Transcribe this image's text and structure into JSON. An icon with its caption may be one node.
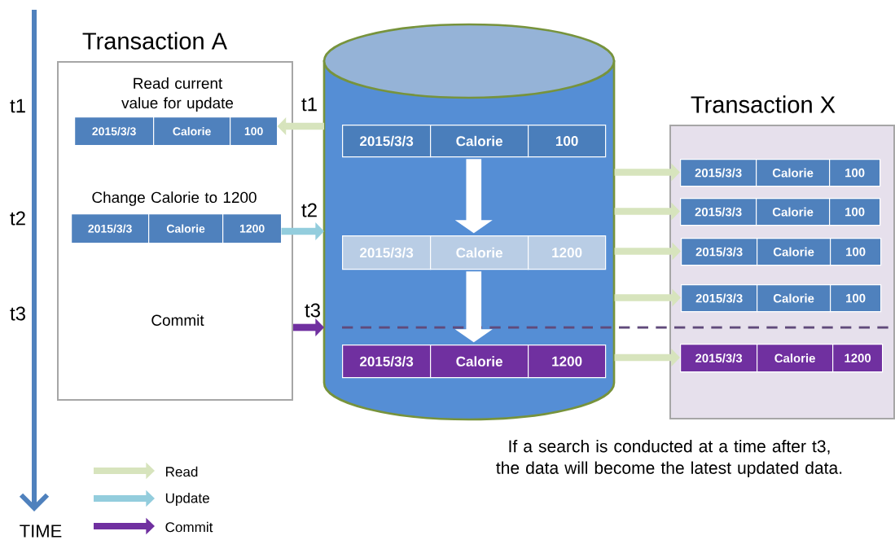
{
  "diagram": {
    "nodes": [
      {
        "text": [
          "Transaction A",
          "Read current value for update",
          "Change Calorie to 1200",
          "Commit"
        ]
      },
      {
        "text": [
          "2015/3/3",
          "Calorie",
          "100"
        ],
        "in": 0
      },
      {
        "text": [
          "2015/3/3",
          "Calorie",
          "1200"
        ],
        "in": 0
      },
      {
        "text": [],
        "shape": "cylinder"
      },
      {
        "text": [
          "2015/3/3",
          "Calorie",
          "100"
        ],
        "in": 3
      },
      {
        "text": [
          "2015/3/3",
          "Calorie",
          "1200"
        ],
        "in": 3
      },
      {
        "text": [
          "2015/3/3",
          "Calorie",
          "1200"
        ],
        "in": 3
      },
      {
        "text": [
          "Transaction X"
        ]
      },
      {
        "text": [
          "2015/3/3",
          "Calorie",
          "100"
        ],
        "in": 7
      },
      {
        "text": [
          "2015/3/3",
          "Calorie",
          "100"
        ],
        "in": 7
      },
      {
        "text": [
          "2015/3/3",
          "Calorie",
          "100"
        ],
        "in": 7
      },
      {
        "text": [
          "2015/3/3",
          "Calorie",
          "100"
        ],
        "in": 7
      },
      {
        "text": [
          "2015/3/3",
          "Calorie",
          "1200"
        ],
        "in": 7
      }
    ],
    "edges": [
      {
        "from": 3,
        "to": 1,
        "arrow": "to",
        "label": "t1"
      },
      {
        "from": 2,
        "to": 3,
        "arrow": "to",
        "label": "t2",
        "color": "#93cddd"
      },
      {
        "from": 0,
        "to": 3,
        "arrow": "to",
        "label": "t3",
        "color": "#7030a0"
      },
      {
        "from": 4,
        "to": 5,
        "arrow": "to",
        "style": "thick",
        "color": "#ffffff"
      },
      {
        "from": 5,
        "to": 6,
        "arrow": "to",
        "style": "thick",
        "color": "#ffffff"
      },
      {
        "from": 3,
        "to": 8,
        "arrow": "to"
      },
      {
        "from": 3,
        "to": 9,
        "arrow": "to"
      },
      {
        "from": 3,
        "to": 10,
        "arrow": "to"
      },
      {
        "from": 3,
        "to": 11,
        "arrow": "to"
      },
      {
        "from": 3,
        "to": 12,
        "arrow": "to"
      }
    ],
    "labels": [
      "t1",
      "t2",
      "t3",
      "TIME",
      "If a search is conducted at a time after t3, the data will become the latest updated data."
    ],
    "legend": [
      {
        "text": "Read",
        "color": "#d7e4bd"
      },
      {
        "text": "Update",
        "color": "#93cddd"
      },
      {
        "text": "Commit",
        "color": "#7030a0"
      }
    ]
  }
}
